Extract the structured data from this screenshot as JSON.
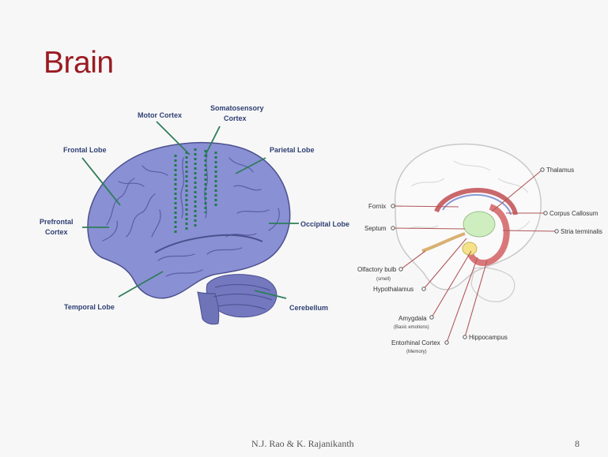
{
  "slide": {
    "title": "Brain",
    "footer": "N.J. Rao & K. Rajanikanth",
    "page_number": "8"
  },
  "lateral_brain": {
    "labels": {
      "motor_cortex": "Motor Cortex",
      "somatosensory_1": "Somatosensory",
      "somatosensory_2": "Cortex",
      "frontal_lobe": "Frontal Lobe",
      "parietal_lobe": "Parietal Lobe",
      "prefrontal_1": "Prefrontal",
      "prefrontal_2": "Cortex",
      "occipital_lobe": "Occipital Lobe",
      "temporal_lobe": "Temporal Lobe",
      "cerebellum": "Cerebellum"
    },
    "colors": {
      "cortex": "#8a90d4",
      "label": "#2e3f73",
      "leader": "#2f7d5a"
    }
  },
  "limbic_system": {
    "labels": {
      "thalamus": "Thalamus",
      "fornix": "Fornix",
      "corpus_callosum": "Corpus Callosum",
      "septum": "Septum",
      "stria_terminalis": "Stria terminalis",
      "olfactory_bulb": "Olfactory bulb",
      "olfactory_note": "(smell)",
      "hypothalamus": "Hypothalamus",
      "amygdala": "Amygdala",
      "amygdala_note": "(Basic emotions)",
      "entorhinal_cortex": "Entorhinal Cortex",
      "entorhinal_note": "(Memory)",
      "hippocampus": "Hippocampus"
    },
    "colors": {
      "outline": "#c9c9c9",
      "structure": "#d9787a",
      "thalamus": "#cfeec0",
      "amygdala": "#f3e28a"
    }
  }
}
